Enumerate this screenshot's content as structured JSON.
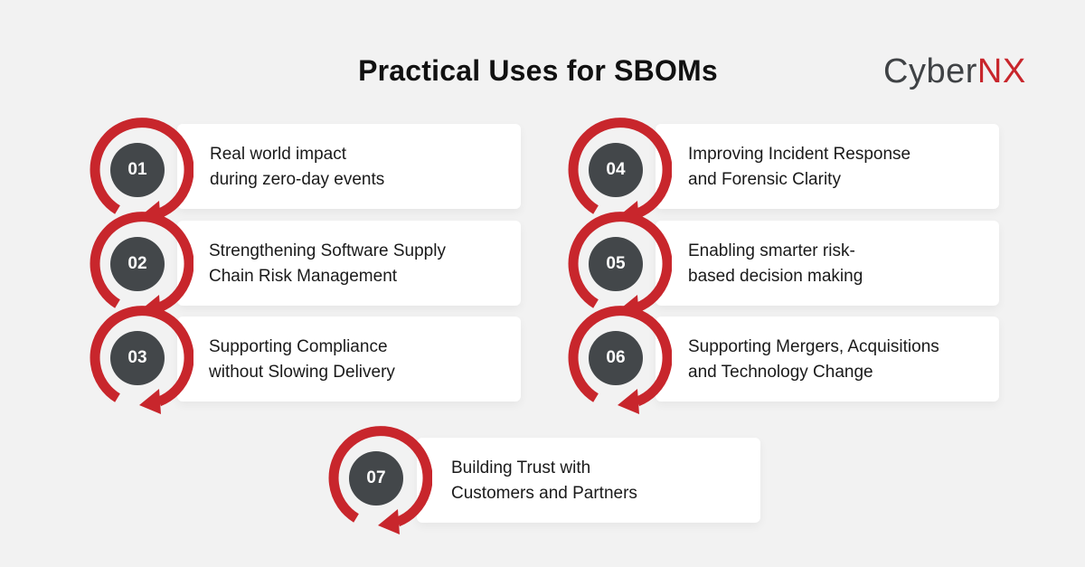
{
  "header": {
    "title": "Practical Uses for SBOMs",
    "logo": {
      "part1": "Cyber",
      "part2": "NX"
    }
  },
  "colors": {
    "background": "#f2f2f2",
    "accent_red": "#c8262c",
    "number_circle": "#43474a",
    "card": "#ffffff"
  },
  "items": [
    {
      "number": "01",
      "line1": "Real world impact",
      "line2": "during zero-day events"
    },
    {
      "number": "02",
      "line1": "Strengthening Software Supply",
      "line2": "Chain Risk Management"
    },
    {
      "number": "03",
      "line1": "Supporting Compliance",
      "line2": "without Slowing Delivery"
    },
    {
      "number": "04",
      "line1": "Improving Incident Response",
      "line2": "and Forensic Clarity"
    },
    {
      "number": "05",
      "line1": "Enabling smarter risk-",
      "line2": "based decision making"
    },
    {
      "number": "06",
      "line1": "Supporting Mergers, Acquisitions",
      "line2": "and Technology Change"
    },
    {
      "number": "07",
      "line1": "Building Trust with",
      "line2": "Customers and Partners"
    }
  ]
}
